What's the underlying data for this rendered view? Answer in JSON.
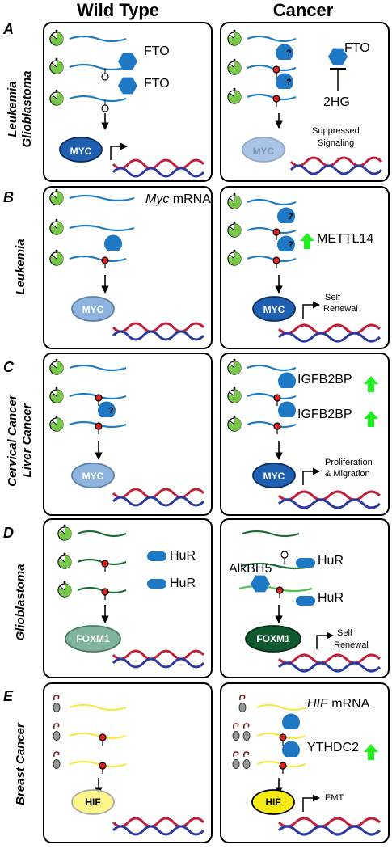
{
  "headers": {
    "wild_type": "Wild Type",
    "cancer": "Cancer"
  },
  "rows": [
    {
      "letter": "A",
      "side_line1": "Leukemia",
      "side_line2": "Glioblastoma",
      "wt_labels": [
        "FTO",
        "FTO"
      ],
      "wt_node": "MYC",
      "ca_labels": [
        "FTO",
        "2HG"
      ],
      "ca_node": "MYC",
      "ca_out_line1": "Suppressed",
      "ca_out_line2": "Signaling"
    },
    {
      "letter": "B",
      "side_line1": "Leukemia",
      "wt_mrna_gene": "Myc",
      "wt_mrna_suffix": "mRNA",
      "wt_node": "MYC",
      "ca_labels": [
        "METTL14"
      ],
      "ca_node": "MYC",
      "ca_out_line1": "Self",
      "ca_out_line2": "Renewal"
    },
    {
      "letter": "C",
      "side_line1": "Cervical Cancer",
      "side_line2": "Liver Cancer",
      "wt_node": "MYC",
      "ca_labels": [
        "IGFB2BP",
        "IGFB2BP"
      ],
      "ca_node": "MYC",
      "ca_out_line1": "Proliferation",
      "ca_out_line2": "& Migration"
    },
    {
      "letter": "D",
      "side_line1": "Glioblastoma",
      "wt_labels": [
        "HuR",
        "HuR"
      ],
      "wt_node": "FOXM1",
      "ca_labels": [
        "HuR",
        "AlkBH5",
        "HuR"
      ],
      "ca_node": "FOXM1",
      "ca_out_line1": "Self",
      "ca_out_line2": "Renewal"
    },
    {
      "letter": "E",
      "side_line1": "Breast Cancer",
      "wt_node": "HIF",
      "ca_mrna_gene": "HIF",
      "ca_mrna_suffix": "mRNA",
      "ca_labels": [
        "YTHDC2"
      ],
      "ca_node": "HIF",
      "ca_out_line1": "EMT"
    }
  ],
  "colors": {
    "mrna_blue": "#1f7cc0",
    "mrna_green": "#1e6b35",
    "mrna_yellow": "#f5e84a",
    "reader": "#1f78c4",
    "m6a": "#e02020",
    "up_arrow": "#22ee22",
    "dna_red": "#c0203a",
    "dna_blue": "#2a3aa0"
  }
}
